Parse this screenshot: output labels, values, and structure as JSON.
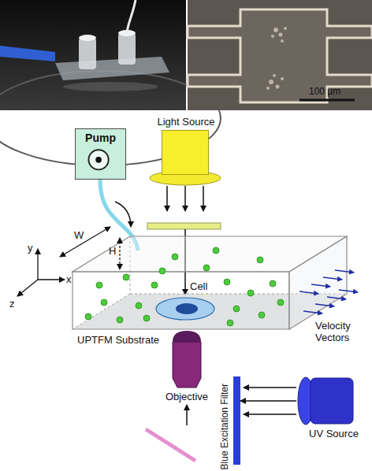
{
  "diagram": {
    "nodes": [
      {
        "text": [
          "Pump"
        ]
      },
      {
        "text": [
          "Light Source"
        ]
      },
      {
        "text": [
          "Cell"
        ]
      },
      {
        "text": [
          "Objective"
        ]
      },
      {
        "text": [
          "Blue Excitation Filter"
        ]
      },
      {
        "text": [
          "UV Source"
        ]
      }
    ],
    "edges": [
      {
        "from": 5,
        "to": 4,
        "arrow": "to"
      }
    ],
    "labels": [
      "100 μm",
      "W",
      "H",
      "y",
      "z",
      "x",
      "UPTFM Substrate",
      "Velocity Vectors"
    ]
  }
}
